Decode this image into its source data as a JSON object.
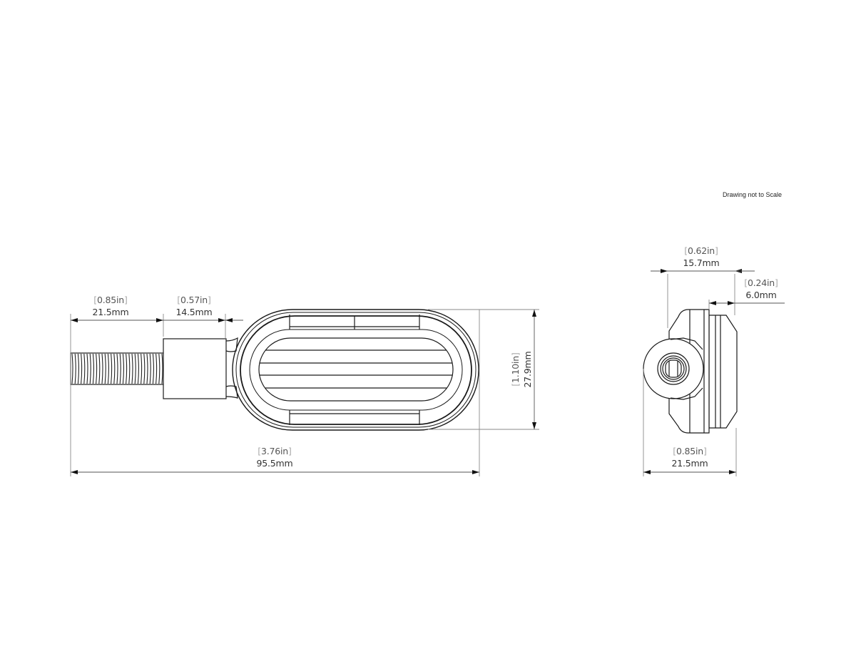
{
  "note": "Drawing not to Scale",
  "colors": {
    "line": "#1a1a1a",
    "dimension_line": "#8a8a8a",
    "text": "#333333",
    "background": "#ffffff"
  },
  "front_view": {
    "dimensions": {
      "thread_length": {
        "in": "0.85in",
        "mm": "21.5mm"
      },
      "shank_length": {
        "in": "0.57in",
        "mm": "14.5mm"
      },
      "overall_length": {
        "in": "3.76in",
        "mm": "95.5mm"
      },
      "height": {
        "in": "1.10in",
        "mm": "27.9mm"
      }
    }
  },
  "side_view": {
    "dimensions": {
      "body_depth": {
        "in": "0.62in",
        "mm": "15.7mm"
      },
      "lens_depth": {
        "in": "0.24in",
        "mm": "6.0mm"
      },
      "overall_depth": {
        "in": "0.85in",
        "mm": "21.5mm"
      }
    }
  }
}
